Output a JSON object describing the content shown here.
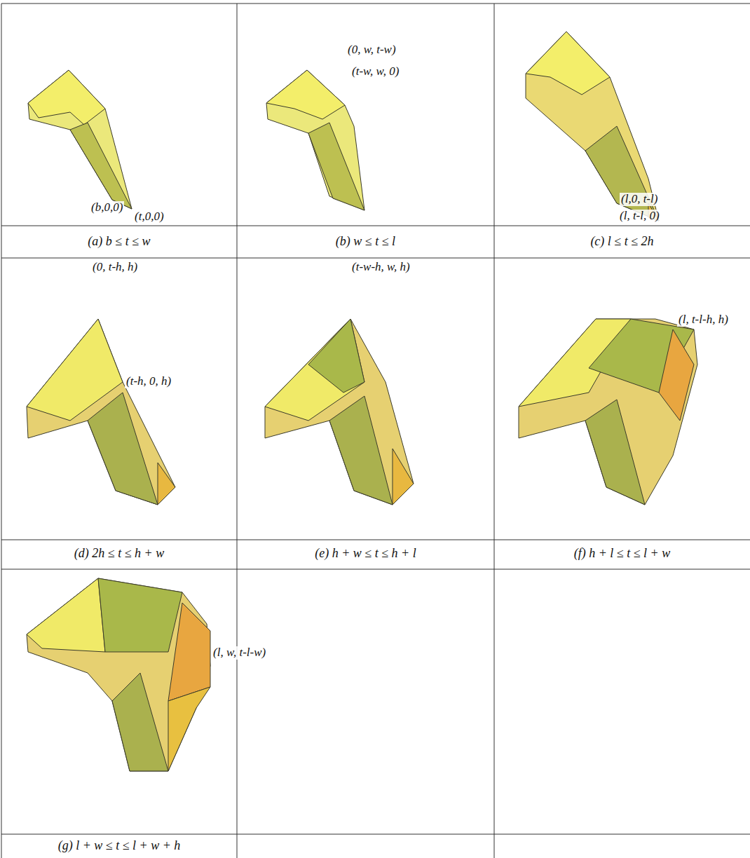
{
  "diagram": {
    "labels": [
      "(b,0,0)",
      "(t,0,0)",
      "(a) b ≤ t ≤ w",
      "(0, w, t-w)",
      "(t-w, w, 0)",
      "(b) w ≤ t ≤ l",
      "(l,0, t-l)",
      "(l, t-l, 0)",
      "(c) l ≤ t ≤ 2h",
      "(0, t-h, h)",
      "(t-h, 0, h)",
      "(d) 2h ≤ t ≤ h + w",
      "(t-w-h, w, h)",
      "(e) h + w ≤ t ≤ h + l",
      "(l, t-l-h, h)",
      "(f) h + l ≤ t ≤ l + w",
      "(l, w, t-l-w)",
      "(g) l + w ≤ t ≤ l + w + h"
    ]
  }
}
